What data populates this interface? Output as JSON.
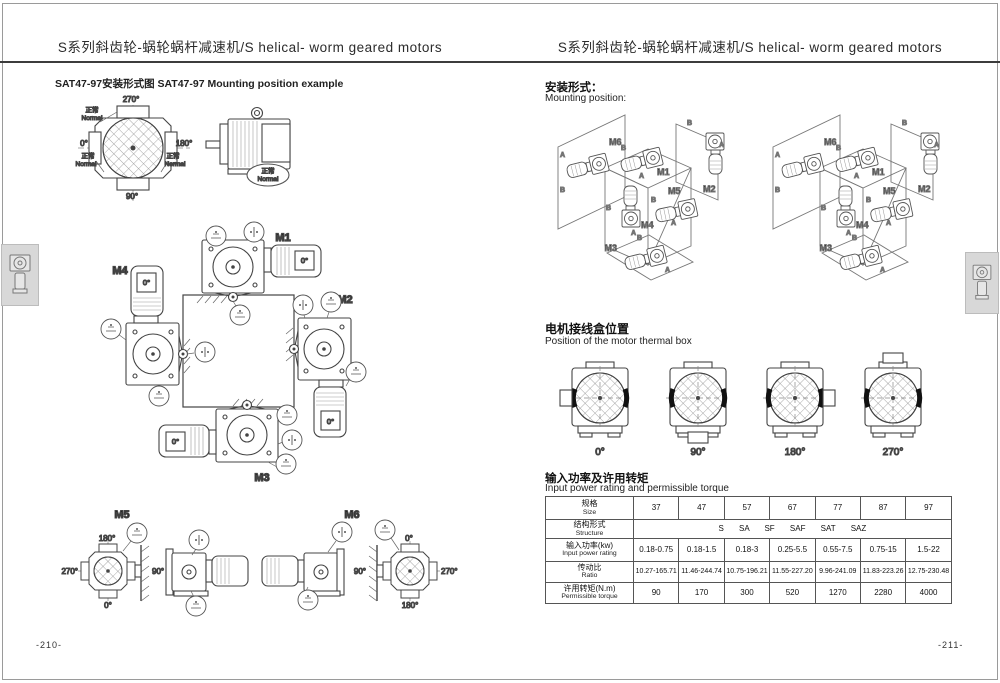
{
  "header": {
    "title": "S系列斜齿轮-蜗轮蜗杆减速机/S helical- worm geared motors"
  },
  "markers": {
    "a": "A",
    "b": "B"
  },
  "m_labels": {
    "m1": "M1",
    "m2": "M2",
    "m3": "M3",
    "m4": "M4",
    "m5": "M5",
    "m6": "M6"
  },
  "motor_zero": "0°",
  "left": {
    "subtitle": "SAT47-97安装形式图  SAT47-97 Mounting position example",
    "front_view": {
      "top": "270°",
      "left": "0°",
      "right": "180°",
      "bottom": "90°"
    },
    "normal_cn": "正常",
    "normal_en": "Normal",
    "m5_view": {
      "top": "180°",
      "left": "270°",
      "right": "90°",
      "bottom": "0°"
    },
    "m6_view": {
      "top": "0°",
      "left": "90°",
      "right": "270°",
      "bottom": "180°"
    },
    "page_number": "-210-"
  },
  "right": {
    "mounting_cn": "安装形式：",
    "mounting_en": "Mounting position:",
    "thermal_cn": "电机接线盒位置",
    "thermal_en": "Position of the motor thermal box",
    "thermal_angles": [
      "0°",
      "90°",
      "180°",
      "270°"
    ],
    "table": {
      "title_cn": "输入功率及许用转矩",
      "title_en": "Input power rating and permissible torque",
      "row_headers": [
        [
          "规格",
          "Size"
        ],
        [
          "结构形式",
          "Structure"
        ],
        [
          "输入功率(kw)",
          "Input power rating"
        ],
        [
          "传动比",
          "Ratio"
        ],
        [
          "许用转矩(N.m)",
          "Permissible torque"
        ]
      ],
      "sizes": [
        "37",
        "47",
        "57",
        "67",
        "77",
        "87",
        "97"
      ],
      "structure": "S SA SF SAF SAT SAZ",
      "power": [
        "0.18-0.75",
        "0.18-1.5",
        "0.18-3",
        "0.25-5.5",
        "0.55-7.5",
        "0.75-15",
        "1.5-22"
      ],
      "ratio": [
        "10.27-165.71",
        "11.46-244.74",
        "10.75-196.21",
        "11.55-227.20",
        "9.96-241.09",
        "11.83-223.26",
        "12.75-230.48"
      ],
      "torque": [
        "90",
        "170",
        "300",
        "520",
        "1270",
        "2280",
        "4000"
      ]
    },
    "page_number": "-211-"
  }
}
